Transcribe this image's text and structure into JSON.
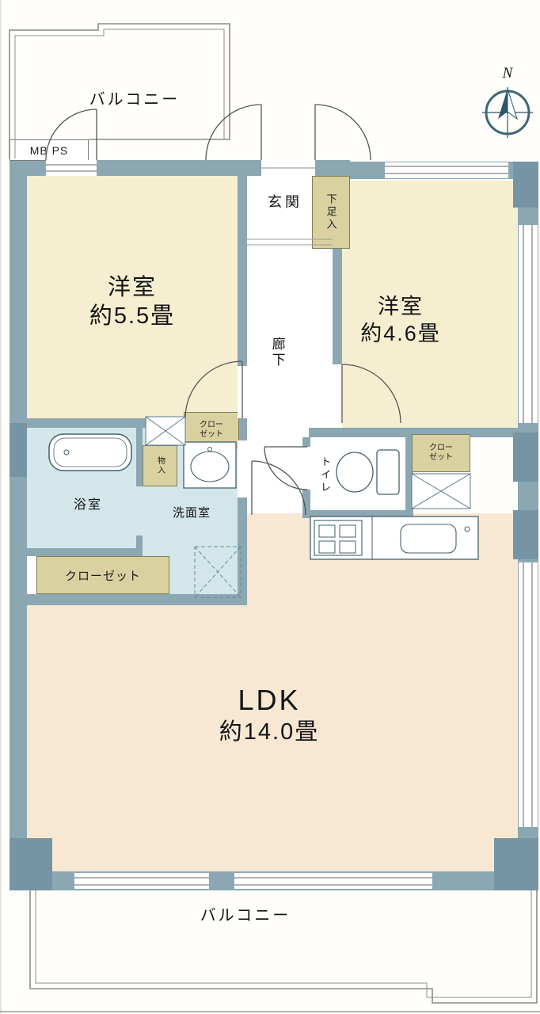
{
  "compass": {
    "north": "N"
  },
  "balconies": {
    "top": "バルコニー",
    "bottom": "バルコニー"
  },
  "utility": {
    "mb_ps": "MB PS"
  },
  "entrance": {
    "genkan": "玄関",
    "shoe_storage": "下足入"
  },
  "corridor": {
    "label": "廊下"
  },
  "rooms": {
    "western1": {
      "name": "洋室",
      "size": "約5.5畳"
    },
    "western2": {
      "name": "洋室",
      "size": "約4.6畳"
    },
    "ldk": {
      "name": "LDK",
      "size": "約14.0畳"
    },
    "bathroom": {
      "label": "浴室"
    },
    "washroom": {
      "label": "洗面室"
    },
    "toilet": {
      "label": "トイレ"
    }
  },
  "storage": {
    "closet_top_line1": "クロー",
    "closet_top_line2": "ゼット",
    "closet_right_line1": "クロー",
    "closet_right_line2": "ゼット",
    "closet_left": "クローゼット",
    "mono_ire": "物入"
  },
  "colors": {
    "wall": "#8ba7b2",
    "pillar": "#7595a5",
    "room_cream": "#f5eed0",
    "ldk_peach": "#f8e7d3",
    "wet_area_blue": "#d3e7ea",
    "closet_khaki": "#d9d2a0",
    "line": "#44606c"
  }
}
